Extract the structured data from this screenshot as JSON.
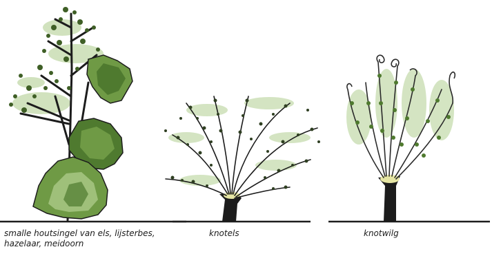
{
  "captions": {
    "hedgerow_line1": "smalle houtsingel van els, lijsterbes,",
    "hedgerow_line2": "hazelaar, meidoorn",
    "pollard_alder": "knotels",
    "pollard_willow": "knotwilg"
  },
  "colors": {
    "ink": "#1c1c1c",
    "foliage_dark": "#4f7a2f",
    "foliage_mid": "#6f9a45",
    "foliage_light": "#9fc07a",
    "foliage_pale": "#c6dcae",
    "bud_yellow": "#e6e6a4"
  }
}
